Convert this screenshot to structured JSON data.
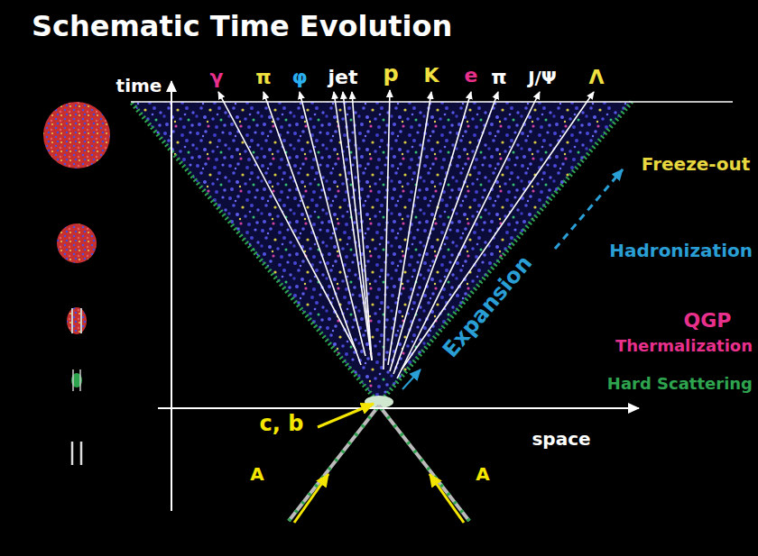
{
  "diagram": {
    "title": "Schematic Time Evolution",
    "labels": [
      "time",
      "γ",
      "π",
      "φ",
      "jet",
      "p",
      "K",
      "e",
      "π",
      "J/Ψ",
      "Λ",
      "Freeze-out",
      "Hadronization",
      "QGP",
      "Thermalization",
      "Hard Scattering",
      "Expansion",
      "c, b",
      "space",
      "A",
      "A"
    ]
  }
}
